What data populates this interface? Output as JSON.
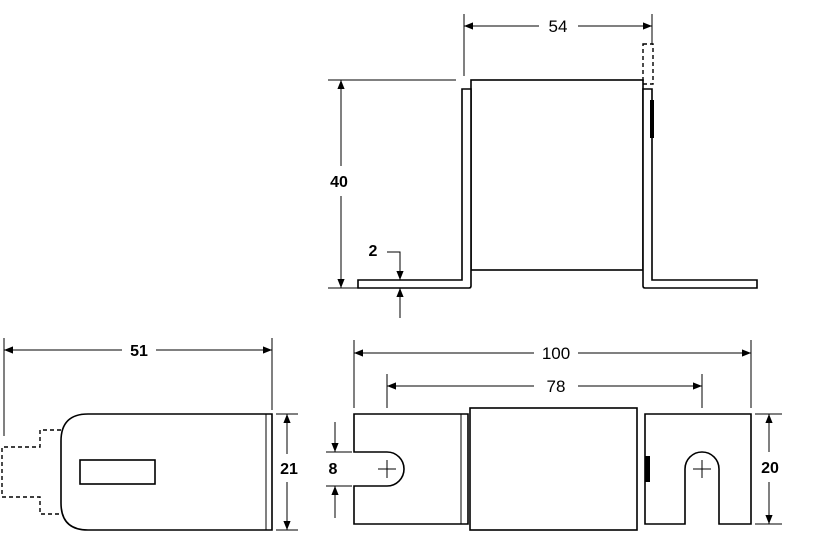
{
  "colors": {
    "line": "#000000",
    "background": "#ffffff"
  },
  "dimensions": {
    "top_width": "54",
    "top_height": "40",
    "top_thickness": "2",
    "side_length": "51",
    "side_height": "21",
    "front_overall": "100",
    "front_holes": "78",
    "front_slot": "8",
    "front_height": "20"
  }
}
